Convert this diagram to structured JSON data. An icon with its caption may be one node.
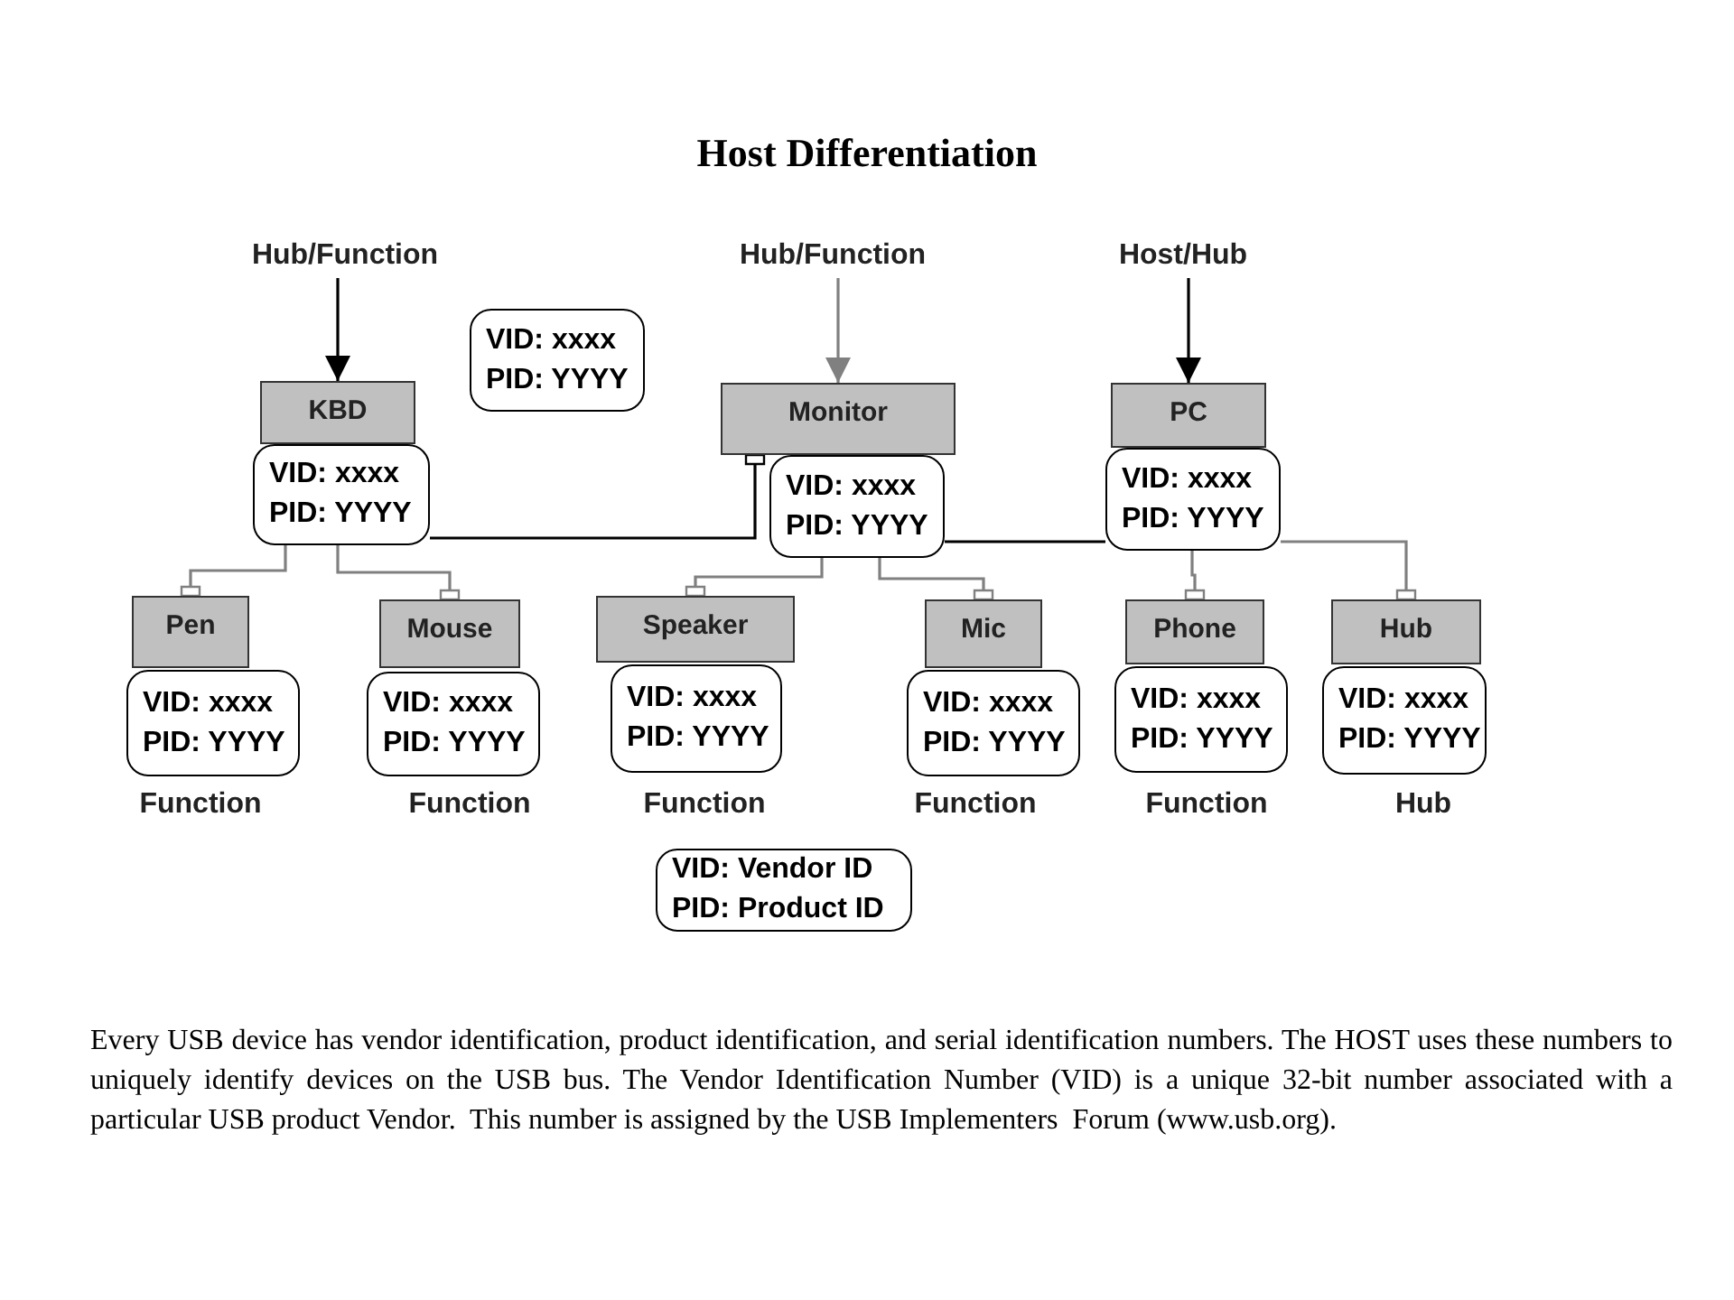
{
  "diagram": {
    "title": "Host Differentiation",
    "nodes": [
      {
        "text": [
          "Hub/Function"
        ]
      },
      {
        "text": [
          "Hub/Function"
        ]
      },
      {
        "text": [
          "Host/Hub"
        ]
      },
      {
        "text": [
          "VID: xxxx",
          "PID: YYYY"
        ]
      },
      {
        "text": [
          "KBD"
        ]
      },
      {
        "text": [
          "VID: xxxx",
          "PID: YYYY"
        ]
      },
      {
        "text": [
          "Monitor"
        ]
      },
      {
        "text": [
          "VID: xxxx",
          "PID: YYYY"
        ]
      },
      {
        "text": [
          "PC"
        ]
      },
      {
        "text": [
          "VID: xxxx",
          "PID: YYYY"
        ]
      },
      {
        "text": [
          "Pen"
        ]
      },
      {
        "text": [
          "VID: xxxx",
          "PID: YYYY"
        ],
        "beside": [
          "Function"
        ]
      },
      {
        "text": [
          "Mouse"
        ]
      },
      {
        "text": [
          "VID: xxxx",
          "PID: YYYY"
        ],
        "beside": [
          "Function"
        ]
      },
      {
        "text": [
          "Speaker"
        ]
      },
      {
        "text": [
          "VID: xxxx",
          "PID: YYYY"
        ],
        "beside": [
          "Function"
        ]
      },
      {
        "text": [
          "Mic"
        ]
      },
      {
        "text": [
          "VID: xxxx",
          "PID: YYYY"
        ],
        "beside": [
          "Function"
        ]
      },
      {
        "text": [
          "Phone"
        ]
      },
      {
        "text": [
          "VID: xxxx",
          "PID: YYYY"
        ],
        "beside": [
          "Function"
        ]
      },
      {
        "text": [
          "Hub"
        ]
      },
      {
        "text": [
          "VID: xxxx",
          "PID: YYYY"
        ],
        "beside": [
          "Hub"
        ]
      },
      {
        "text": [
          "VID: Vendor ID",
          "PID: Product ID"
        ]
      }
    ],
    "edges": [
      {
        "from": 0,
        "to": 4,
        "arrow": "to",
        "color": "#000000"
      },
      {
        "from": 1,
        "to": 6,
        "arrow": "to"
      },
      {
        "from": 2,
        "to": 8,
        "arrow": "to",
        "color": "#000000"
      },
      {
        "from": 5,
        "to": 10,
        "arrow": "other"
      },
      {
        "from": 5,
        "to": 12,
        "arrow": "other"
      },
      {
        "from": 5,
        "to": 6,
        "arrow": "other",
        "color": "#000000"
      },
      {
        "from": 7,
        "to": 9,
        "arrow": "none",
        "color": "#000000"
      },
      {
        "from": 7,
        "to": 14,
        "arrow": "other"
      },
      {
        "from": 7,
        "to": 16,
        "arrow": "other"
      },
      {
        "from": 9,
        "to": 18,
        "arrow": "other"
      },
      {
        "from": 9,
        "to": 20,
        "arrow": "other"
      }
    ],
    "caption": "Every USB device has vendor identification, product identification, and serial identification numbers. The HOST uses these numbers to uniquely identify devices on the USB bus. The Vendor Identification Number (VID) is a unique 32-bit number associated with a particular USB product Vendor.  This number is assigned by the USB Implementers  Forum (www.usb.org)."
  }
}
